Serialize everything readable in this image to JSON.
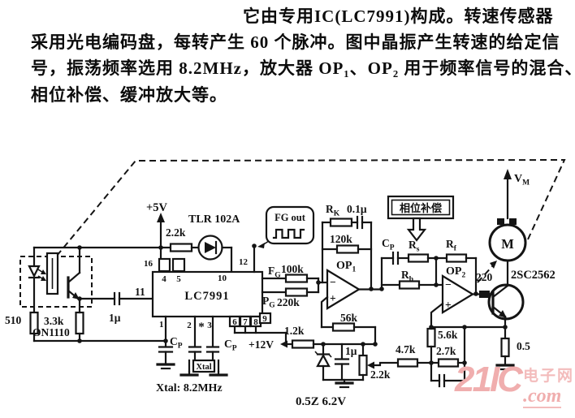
{
  "colors": {
    "ink": "#141414",
    "watermark_pink": "#f0aeae"
  },
  "paragraph": {
    "line1": "它由专用IC(LC7991)构成。转速传感器",
    "line2": "采用光电编码盘，每转产生 60 个脉冲。图中晶振产生转速的给定信",
    "line3": "号，振荡频率选用 8.2MHz，放大器 OP₁、OP₂ 用于频率信号的混合、",
    "line4": "相位补偿、缓冲放大等。"
  },
  "schematic": {
    "supply_5v": "+5V",
    "supply_12v": "+12V",
    "vm": {
      "base": "V",
      "sub": "M"
    },
    "ic_lc7991": {
      "label": "LC7991",
      "pin16": "16",
      "pin4": "4",
      "pin5": "5",
      "pin10": "10",
      "pin12": "12",
      "pin11": "11",
      "pin1": "1",
      "pin2": "2",
      "pin3": "3",
      "pin6": "6",
      "pin7": "7",
      "pin8": "8",
      "pin9": "9",
      "star": "*"
    },
    "led_tlr102a": "TLR 102A",
    "r_led": "2.2k",
    "fg_out": "FG out",
    "phase_comp": "相位补偿",
    "encoder": {
      "label": "ON1110",
      "r_series": "510",
      "r_load": "3.3k",
      "c_in": "1μ"
    },
    "fg_in": {
      "base": "F",
      "sub": "G",
      "r": "100k"
    },
    "pg_in": {
      "base": "P",
      "sub": "G",
      "r": "220k"
    },
    "op1": {
      "base": "OP",
      "sub": "1",
      "minus": "−",
      "plus": "+",
      "r_fb": "120k",
      "rk": {
        "base": "R",
        "sub": "K"
      },
      "c_fb": "0.1μ",
      "r_bias": "56k"
    },
    "op2": {
      "base": "OP",
      "sub": "2",
      "minus": "−",
      "plus": "+",
      "cp": {
        "base": "C",
        "sub": "P"
      },
      "rs": {
        "base": "R",
        "sub": "s"
      },
      "rf": {
        "base": "R",
        "sub": "f"
      },
      "rb": {
        "base": "R",
        "sub": "b"
      }
    },
    "xtal": {
      "box": "Xtal",
      "note": "Xtal: 8.2MHz"
    },
    "cp1": {
      "base": "C",
      "sub": "P"
    },
    "cp2": {
      "base": "C",
      "sub": "P"
    },
    "zener": {
      "label": "0.5Z 6.2V",
      "r_series": "1.2k",
      "c_filter": "1μ",
      "r_pot": "2.2k"
    },
    "mixer": {
      "r_mix": "4.7k",
      "r_div_top": "5.6k",
      "r_div_bot": "2.7k"
    },
    "output": {
      "r_base": "220",
      "transistor": "2SC2562",
      "r_emitter": "0.5",
      "motor": "M"
    }
  },
  "watermark": {
    "brand": "21IC",
    "cn": "电子网",
    "com": ".com"
  }
}
